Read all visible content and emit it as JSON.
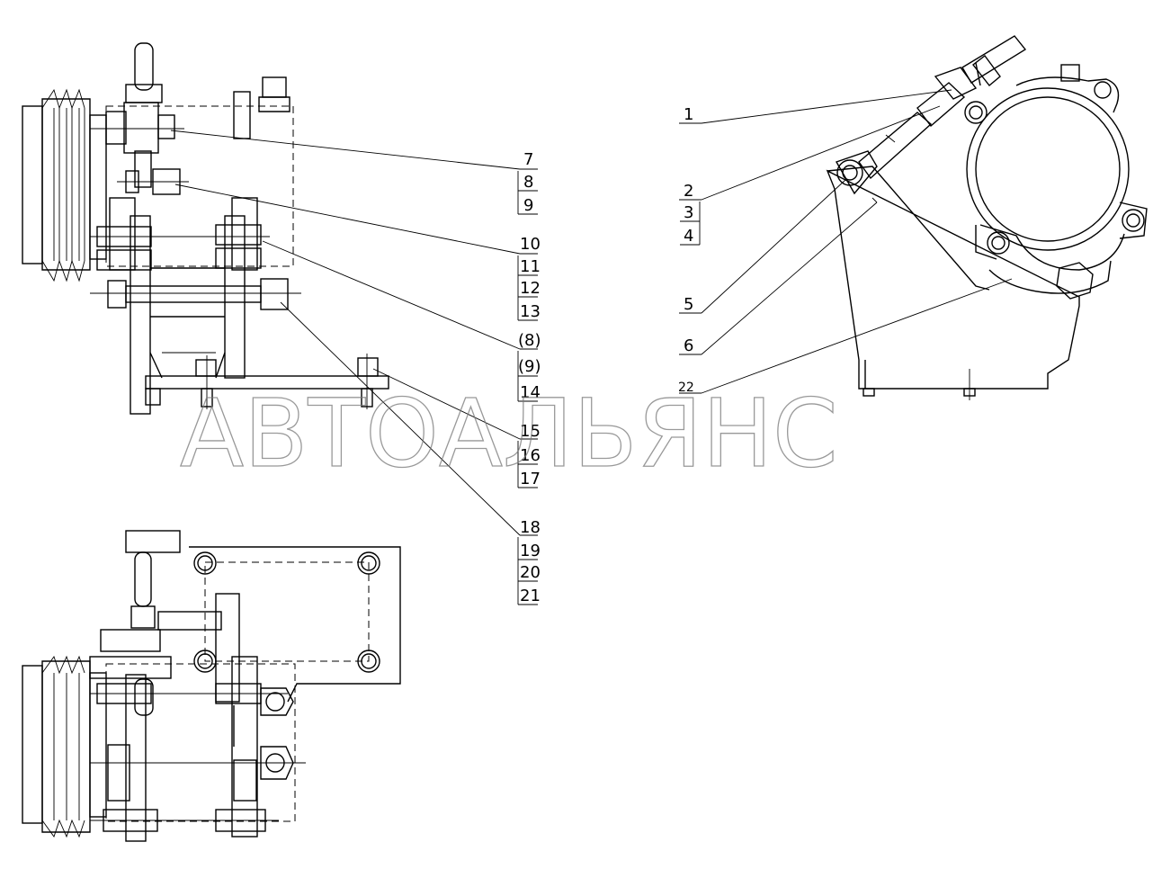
{
  "watermark": "АВТОАЛЬЯНС",
  "callouts": {
    "c1": "1",
    "c2": "2",
    "c3": "3",
    "c4": "4",
    "c5": "5",
    "c6": "6",
    "c7": "7",
    "c8": "8",
    "c9": "9",
    "c10": "10",
    "c11": "11",
    "c12": "12",
    "c13": "13",
    "c8p": "(8)",
    "c9p": "(9)",
    "c14": "14",
    "c15": "15",
    "c16": "16",
    "c17": "17",
    "c18": "18",
    "c19": "19",
    "c20": "20",
    "c21": "21",
    "c22": "22"
  }
}
